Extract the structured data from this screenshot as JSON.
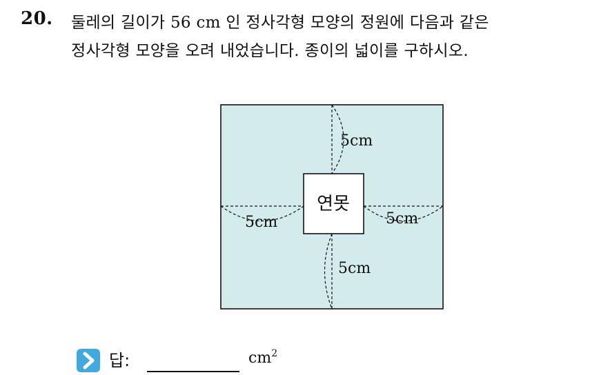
{
  "problem": {
    "number": "20.",
    "line1": "둘레의 길이가 56 cm 인 정사각형 모양의 정원에 다음과 같은",
    "line2": "정사각형 모양을 오려 내었습니다. 종이의 넓이를 구하시오."
  },
  "figure": {
    "pond_label": "연못",
    "dim_top": "5cm",
    "dim_bottom": "5cm",
    "dim_left": "5cm",
    "dim_right": "5cm",
    "garden_color": "#d3ebeb",
    "pond_color": "#ffffff"
  },
  "answer": {
    "label": "답:",
    "unit": "cm",
    "unit_exponent": "2",
    "icon": "chevron-right-icon",
    "icon_color": "#3fa9e0"
  }
}
